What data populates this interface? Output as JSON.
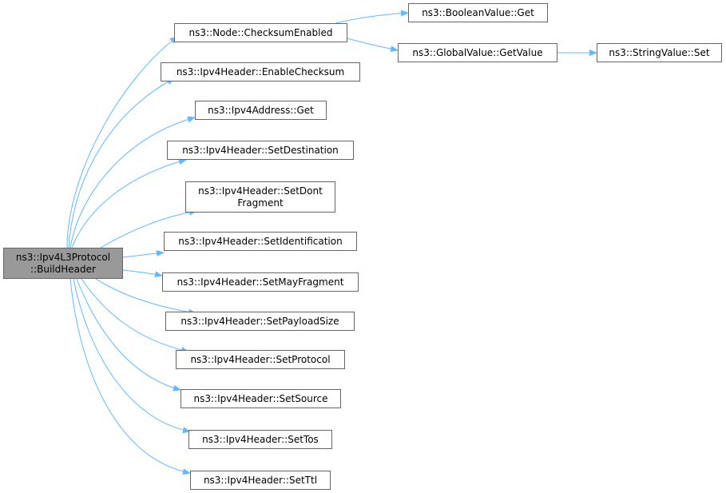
{
  "graph": {
    "edge_color": "#63b8ff",
    "root": {
      "line1": "ns3::Ipv4L3Protocol",
      "line2": "::BuildHeader",
      "fill": "#999999"
    },
    "nodes": [
      {
        "id": "checksum-enabled",
        "lines": [
          "ns3::Node::ChecksumEnabled"
        ]
      },
      {
        "id": "enable-checksum",
        "lines": [
          "ns3::Ipv4Header::EnableChecksum"
        ]
      },
      {
        "id": "ipv4address-get",
        "lines": [
          "ns3::Ipv4Address::Get"
        ]
      },
      {
        "id": "set-destination",
        "lines": [
          "ns3::Ipv4Header::SetDestination"
        ]
      },
      {
        "id": "set-dont-fragment",
        "lines": [
          "ns3::Ipv4Header::SetDont",
          "Fragment"
        ]
      },
      {
        "id": "set-identification",
        "lines": [
          "ns3::Ipv4Header::SetIdentification"
        ]
      },
      {
        "id": "set-may-fragment",
        "lines": [
          "ns3::Ipv4Header::SetMayFragment"
        ]
      },
      {
        "id": "set-payload-size",
        "lines": [
          "ns3::Ipv4Header::SetPayloadSize"
        ]
      },
      {
        "id": "set-protocol",
        "lines": [
          "ns3::Ipv4Header::SetProtocol"
        ]
      },
      {
        "id": "set-source",
        "lines": [
          "ns3::Ipv4Header::SetSource"
        ]
      },
      {
        "id": "set-tos",
        "lines": [
          "ns3::Ipv4Header::SetTos"
        ]
      },
      {
        "id": "set-ttl",
        "lines": [
          "ns3::Ipv4Header::SetTtl"
        ]
      },
      {
        "id": "booleanvalue-get",
        "lines": [
          "ns3::BooleanValue::Get"
        ]
      },
      {
        "id": "globalvalue-getvalue",
        "lines": [
          "ns3::GlobalValue::GetValue"
        ]
      },
      {
        "id": "stringvalue-set",
        "lines": [
          "ns3::StringValue::Set"
        ]
      }
    ],
    "edges": [
      [
        "root",
        "checksum-enabled"
      ],
      [
        "root",
        "enable-checksum"
      ],
      [
        "root",
        "ipv4address-get"
      ],
      [
        "root",
        "set-destination"
      ],
      [
        "root",
        "set-dont-fragment"
      ],
      [
        "root",
        "set-identification"
      ],
      [
        "root",
        "set-may-fragment"
      ],
      [
        "root",
        "set-payload-size"
      ],
      [
        "root",
        "set-protocol"
      ],
      [
        "root",
        "set-source"
      ],
      [
        "root",
        "set-tos"
      ],
      [
        "root",
        "set-ttl"
      ],
      [
        "checksum-enabled",
        "booleanvalue-get"
      ],
      [
        "checksum-enabled",
        "globalvalue-getvalue"
      ],
      [
        "globalvalue-getvalue",
        "stringvalue-set"
      ]
    ]
  }
}
